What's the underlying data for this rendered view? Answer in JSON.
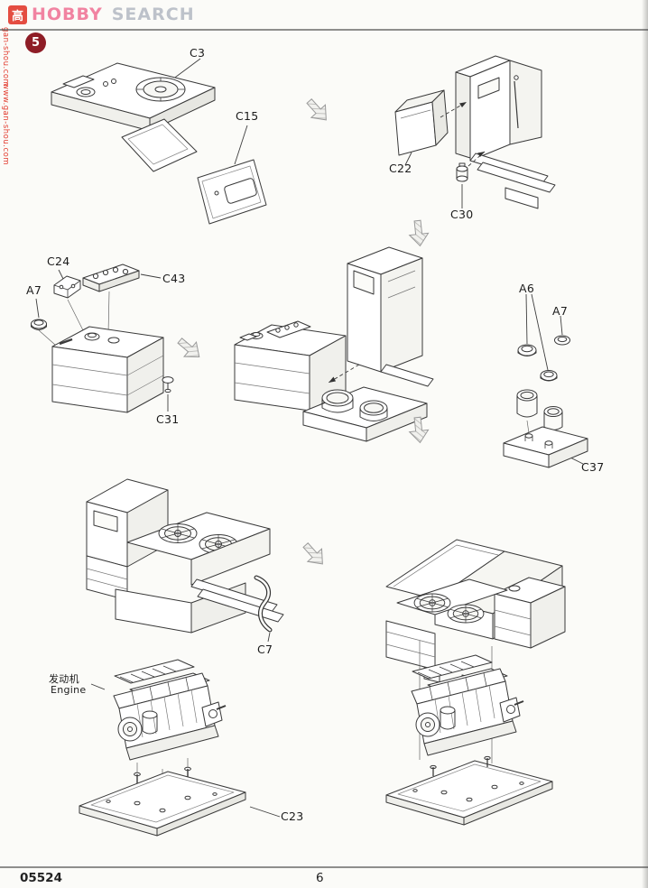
{
  "watermark": {
    "logo_char": "高",
    "brand_first": "HOBBY",
    "brand_second": "SEARCH",
    "side_text_1": "gan-shou.com",
    "side_text_2": "www.gan-shou.com"
  },
  "step_number": "5",
  "callouts": {
    "c3": "C3",
    "c15": "C15",
    "c22": "C22",
    "c30": "C30",
    "c24": "C24",
    "c43": "C43",
    "a7_left": "A7",
    "c31": "C31",
    "a6": "A6",
    "a7_right": "A7",
    "c37": "C37",
    "c7": "C7",
    "engine_cn": "发动机",
    "engine_en": "Engine",
    "c23": "C23"
  },
  "footer": {
    "kit_number": "05524",
    "page_number": "6"
  },
  "colors": {
    "step_badge": "#8e1d26",
    "watermark_red": "#e23b2e",
    "brand_pink": "#ec5480",
    "line_art": "#3a3a3a"
  }
}
